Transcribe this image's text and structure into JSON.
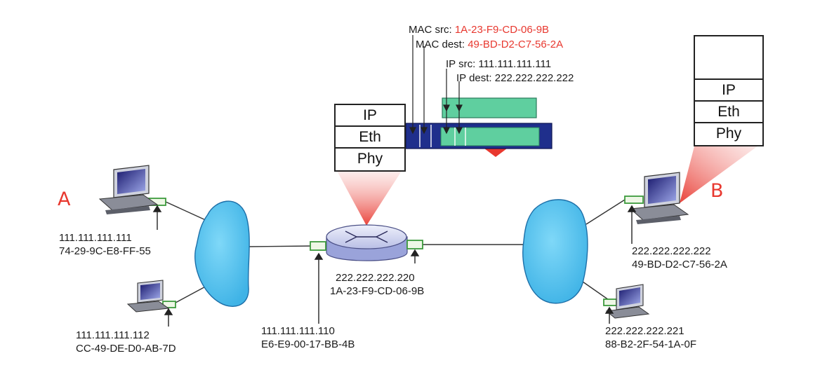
{
  "hosts": {
    "A": {
      "letter": "A",
      "ip": "111.111.111.111",
      "mac": "74-29-9C-E8-FF-55",
      "color": "#e8382f"
    },
    "A2": {
      "ip": "111.111.111.112",
      "mac": "CC-49-DE-D0-AB-7D"
    },
    "B": {
      "letter": "B",
      "ip": "222.222.222.222",
      "mac": "49-BD-D2-C7-56-2A",
      "color": "#e8382f"
    },
    "B2": {
      "ip": "222.222.222.221",
      "mac": "88-B2-2F-54-1A-0F"
    }
  },
  "router": {
    "left_interface": {
      "ip": "111.111.111.110",
      "mac": "E6-E9-00-17-BB-4B"
    },
    "right_interface": {
      "ip": "222.222.222.220",
      "mac": "1A-23-F9-CD-06-9B"
    },
    "stack": [
      "IP",
      "Eth",
      "Phy"
    ]
  },
  "host_b_stack": [
    "",
    "IP",
    "Eth",
    "Phy"
  ],
  "frame": {
    "mac_src_label": "MAC src:",
    "mac_src_value": "1A-23-F9-CD-06-9B",
    "mac_dest_label": "MAC dest:",
    "mac_dest_value": "49-BD-D2-C7-56-2A",
    "ip_src_label": "IP src: 111.111.111.111",
    "ip_dest_label": "IP dest: 222.222.222.222"
  },
  "colors": {
    "network_cloud": "#5bc8f0",
    "frame_header": "#1f2f8c",
    "datagram": "#5fcf9f",
    "highlight": "#e8382f",
    "interface": "#3d9a3d"
  }
}
